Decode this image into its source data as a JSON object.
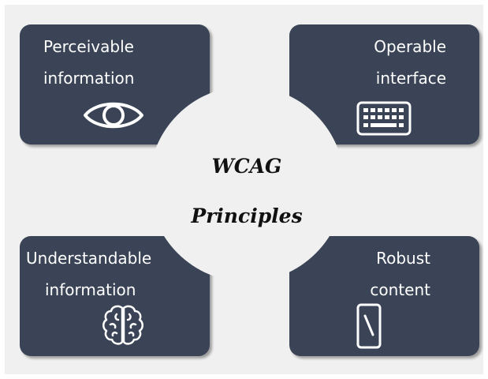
{
  "title": {
    "line1": "WCAG",
    "line2": "Principles"
  },
  "cards": [
    {
      "line1": "Perceivable",
      "line2": "information",
      "icon": "eye-icon"
    },
    {
      "line1": "Operable",
      "line2": "interface",
      "icon": "keyboard-icon"
    },
    {
      "line1": "Understandable",
      "line2": "information",
      "icon": "brain-icon"
    },
    {
      "line1": "Robust",
      "line2": "content",
      "icon": "smartphone-icon"
    }
  ],
  "colors": {
    "card_fill": "#3a4456",
    "background": "#f0f0f0",
    "text_on_card": "#ffffff",
    "title_text": "#111111"
  }
}
